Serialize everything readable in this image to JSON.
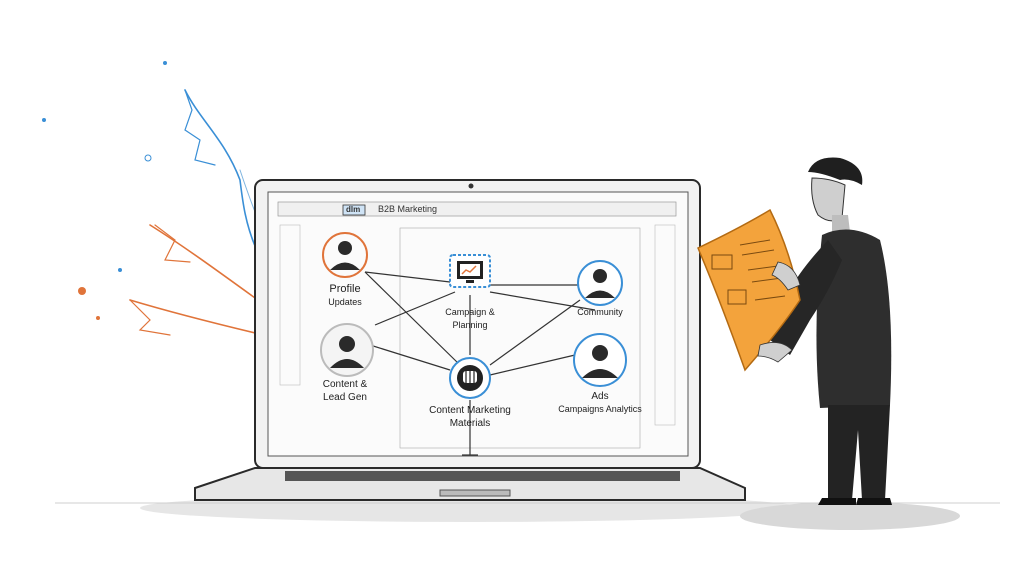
{
  "screen": {
    "header_badge": "dlm",
    "header_title": "B2B Marketing"
  },
  "nodes": [
    {
      "id": "profile",
      "icon": "person-icon",
      "line1": "Profile",
      "line2": "Updates",
      "ring_color": "#e0743a"
    },
    {
      "id": "campaign",
      "icon": "monitor-chart-icon",
      "line1": "Campaign &",
      "line2": "Planning",
      "ring_color": "#3a8fd6"
    },
    {
      "id": "community",
      "icon": "person-icon",
      "line1": "Community",
      "line2": "",
      "ring_color": "#3a8fd6"
    },
    {
      "id": "content",
      "icon": "person-icon",
      "line1": "Content &",
      "line2": "Lead Gen",
      "ring_color": "#aaaaaa"
    },
    {
      "id": "hub",
      "icon": "fist-icon",
      "line1": "Content Marketing",
      "line2": "Materials",
      "ring_color": "#3a8fd6"
    },
    {
      "id": "ads",
      "icon": "person-icon",
      "line1": "Ads",
      "line2": "Campaigns Analytics",
      "ring_color": "#3a8fd6"
    }
  ],
  "colors": {
    "ink": "#2a2a2a",
    "accent_blue": "#3a8fd6",
    "accent_orange": "#e0743a",
    "document_orange": "#f3a33c"
  }
}
